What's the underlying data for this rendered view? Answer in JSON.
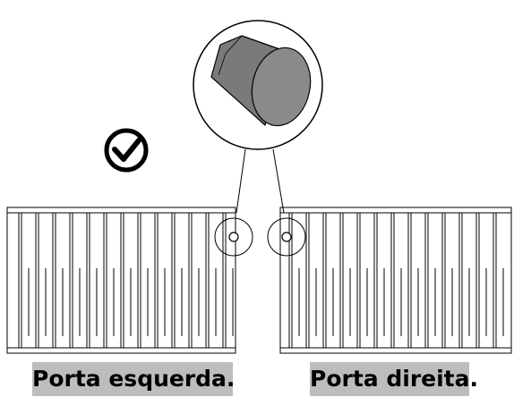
{
  "labels": {
    "left_gate": "Porta esquerda.",
    "right_gate": "Porta direita."
  },
  "icons": {
    "status": "check-circle-icon",
    "detail": "cylindrical-stopper-detail"
  },
  "colors": {
    "stroke": "#000000",
    "label_background": "#bdbdbd",
    "stopper_fill": "#7a7a7a"
  }
}
